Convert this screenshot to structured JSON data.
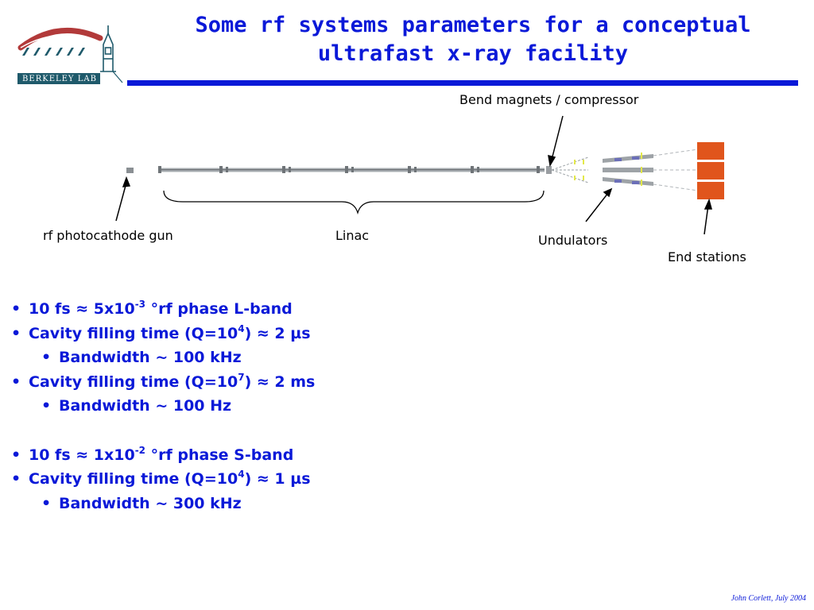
{
  "logo": {
    "text": "BERKELEY LAB"
  },
  "title": {
    "line1": "Some rf systems parameters for a conceptual",
    "line2": "ultrafast x-ray facility"
  },
  "diagram": {
    "labels": {
      "bend": "Bend magnets / compressor",
      "gun": "rf photocathode gun",
      "linac": "Linac",
      "undulators": "Undulators",
      "end": "End stations"
    }
  },
  "bullets": [
    {
      "level": 1,
      "pre": "10 fs ≈ 5x10",
      "sup": "-3",
      "post": " °rf phase L-band"
    },
    {
      "level": 1,
      "pre": "Cavity filling time (Q=10",
      "sup": "4",
      "post": ") ≈ 2 µs"
    },
    {
      "level": 2,
      "pre": "Bandwidth ~ 100 kHz",
      "sup": "",
      "post": ""
    },
    {
      "level": 1,
      "pre": "Cavity filling time (Q=10",
      "sup": "7",
      "post": ") ≈ 2 ms"
    },
    {
      "level": 2,
      "pre": "Bandwidth ~ 100 Hz",
      "sup": "",
      "post": ""
    },
    {
      "level": 1,
      "pre": "10 fs ≈ 1x10",
      "sup": "-2",
      "post": " °rf phase S-band"
    },
    {
      "level": 1,
      "pre": "Cavity filling time (Q=10",
      "sup": "4",
      "post": ") ≈ 1 µs"
    },
    {
      "level": 2,
      "pre": "Bandwidth ~ 300 kHz",
      "sup": "",
      "post": ""
    }
  ],
  "footer": "John Corlett,  July 2004",
  "colors": {
    "accent": "#0a19d8",
    "logo_red": "#b23a3a",
    "end_station": "#e0551c"
  }
}
